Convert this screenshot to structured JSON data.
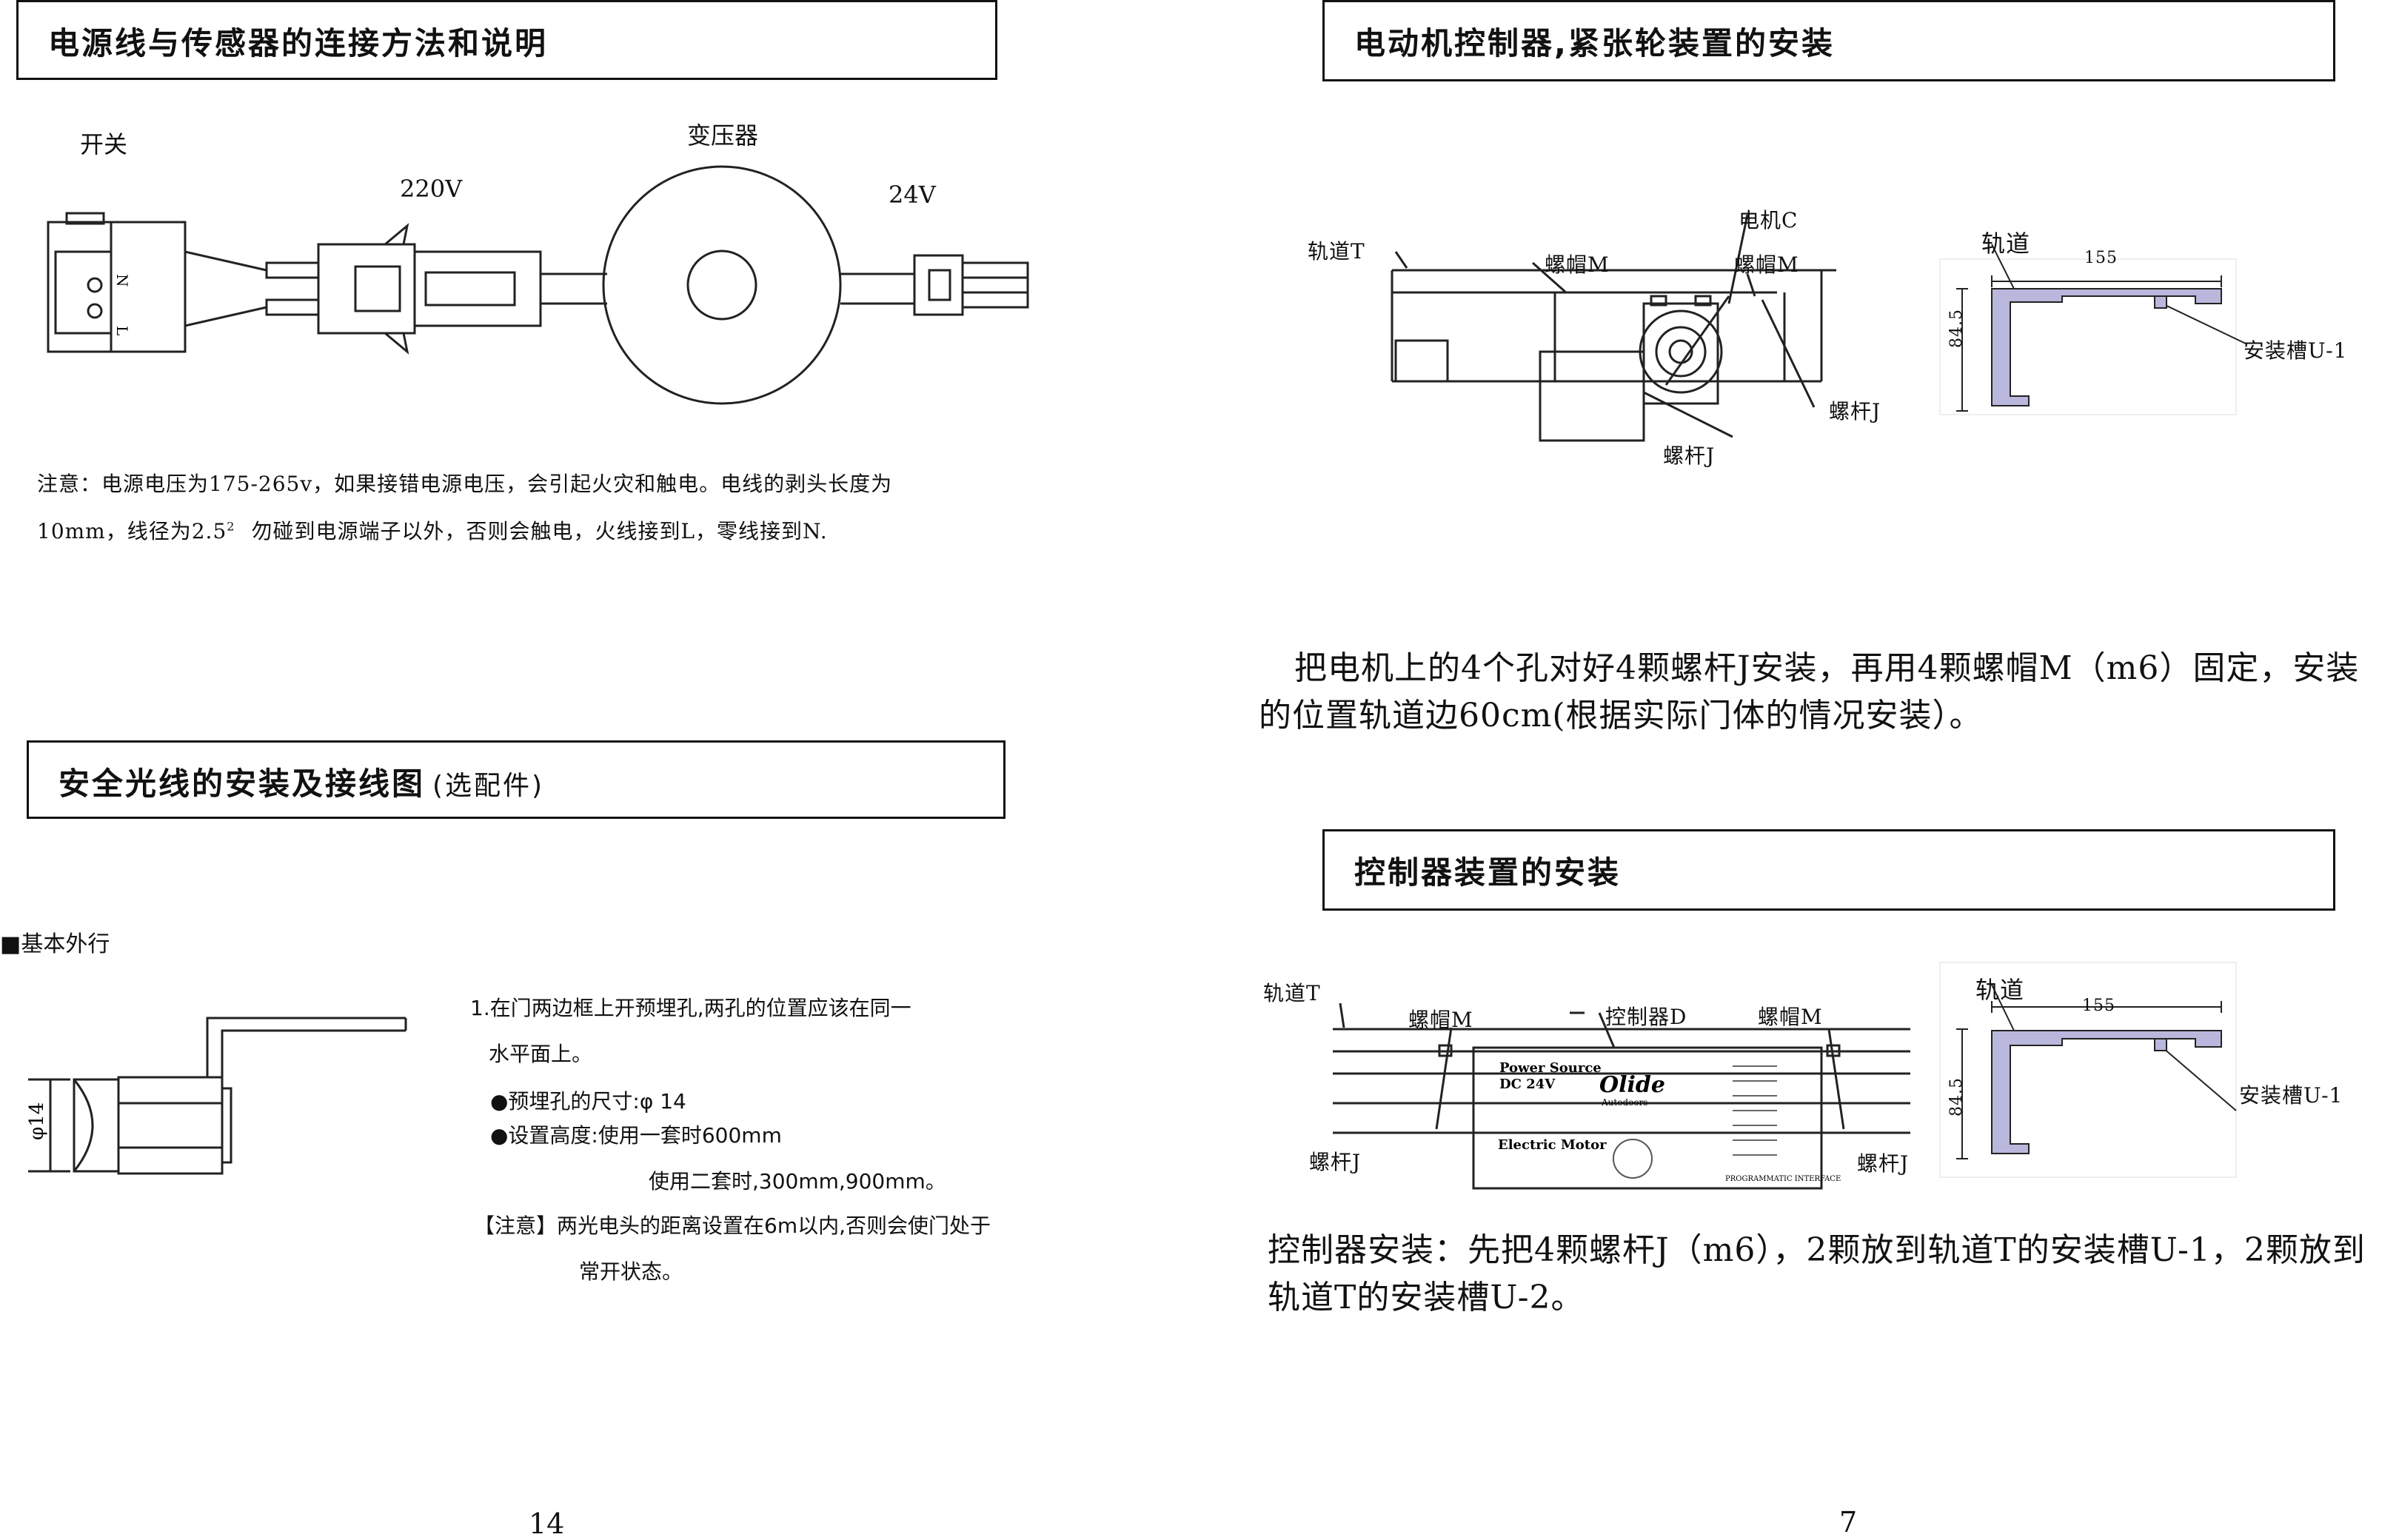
{
  "left_page": {
    "section1": {
      "title": "电源线与传感器的连接方法和说明",
      "switch_label": "开关",
      "voltage_in": "220V",
      "transformer_label": "变压器",
      "voltage_out": "24V",
      "terminal_n": "N",
      "terminal_l": "L",
      "note_line1": "注意：电源电压为175-265v，如果接错电源电压，会引起火灾和触电。电线的剥头长度为",
      "note_line2a": "10mm，线径为2.5",
      "note_line2_sup": "2",
      "note_line2b": "勿碰到电源端子以外，否则会触电，火线接到L，零线接到N."
    },
    "section2": {
      "title_main": "安全光线的安装及接线图",
      "title_suffix": "(选配件)",
      "subhead": "■基本外行",
      "dim_label": "φ14",
      "line1": "1.在门两边框上开预埋孔,两孔的位置应该在同一",
      "line2": "水平面上。",
      "line3": "●预埋孔的尺寸:φ 14",
      "line4": "●设置高度:使用一套时600mm",
      "line5": "使用二套时,300mm,900mm。",
      "line6": "【注意】两光电头的距离设置在6m以内,否则会使门处于",
      "line7": "常开状态。"
    },
    "page_number": "14"
  },
  "right_page": {
    "section1": {
      "title": "电动机控制器,紧张轮装置的安装",
      "rail_t": "轨道T",
      "nut_m1": "螺帽M",
      "motor_c": "电机C",
      "nut_m2": "螺帽M",
      "screw_j1": "螺杆J",
      "screw_j2": "螺杆J",
      "rail": "轨道",
      "dim_155": "155",
      "dim_845": "84.5",
      "slot_u1": "安装槽U-1",
      "para_line1": "把电机上的4个孔对好4颗螺杆J安装，再用4颗螺帽M（m6）固定，安装",
      "para_line2": "的位置轨道边60cm(根据实际门体的情况安装）。"
    },
    "section2": {
      "title": "控制器装置的安装",
      "rail_t": "轨道T",
      "nut_m1": "螺帽M",
      "controller_d": "控制器D",
      "nut_m2": "螺帽M",
      "screw_j1": "螺杆J",
      "screw_j2": "螺杆J",
      "rail": "轨道",
      "dim_155": "155",
      "dim_845": "84.5",
      "slot_u1": "安装槽U-1",
      "ctrl_power": "Power Source",
      "ctrl_dc": "DC 24V",
      "ctrl_motor": "Electric Motor",
      "ctrl_brand": "Olide",
      "ctrl_brand_sub": "Autodoors",
      "ctrl_interface": "PROGRAMMATIC INTERFACE",
      "para_line1": "控制器安装：先把4颗螺杆J（m6），2颗放到轨道T的安装槽U-1，2颗放到",
      "para_line2": "轨道T的安装槽U-2。"
    },
    "page_number": "7"
  }
}
